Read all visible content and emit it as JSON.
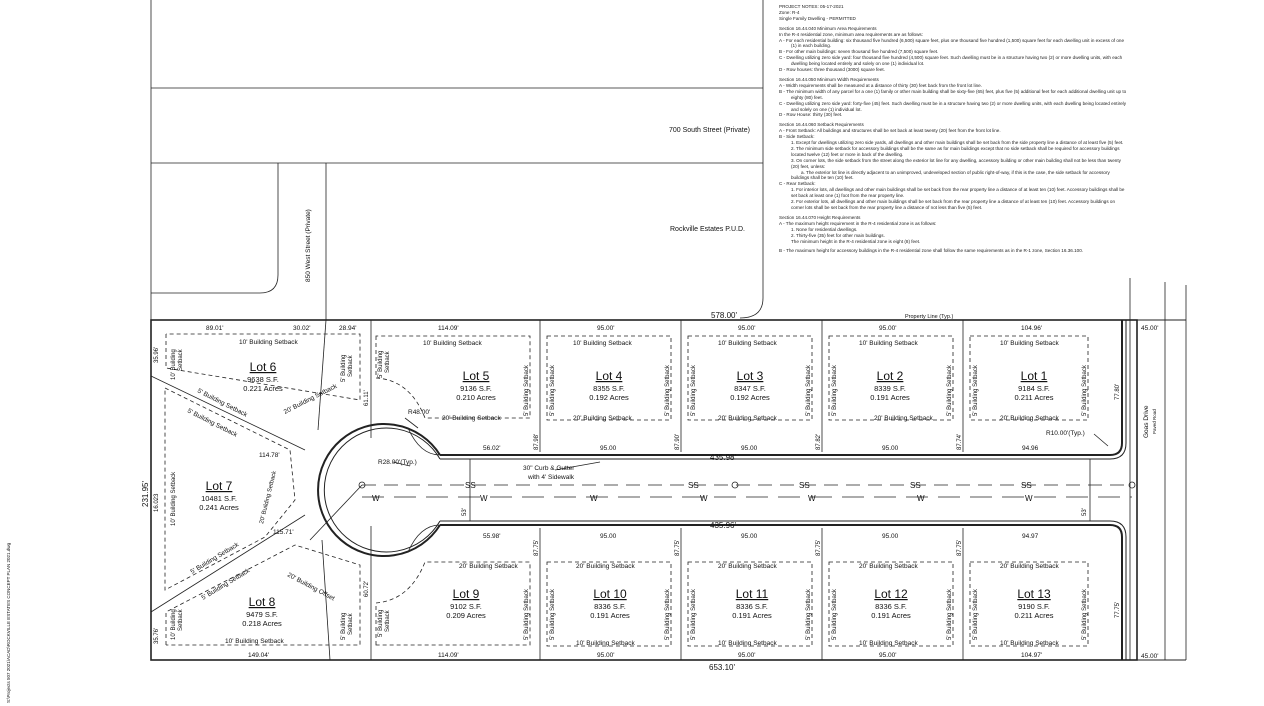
{
  "notes": [
    "PROJECT NOTES: 05-17-2021",
    "Zone: R-4",
    "Single Family Dwelling - PERMITTED",
    "",
    "Section 16.44.040 Minimum Area Requirements",
    "In the R-4 residential zone, minimum area requirements are as follows:",
    "A - For each residential building: six thousand five hundred (6,500) square feet, plus one thousand five hundred (1,500) square feet for each dwelling unit in excess of one",
    "(1) in each building.",
    "B - For other main buildings: seven thousand five hundred (7,500) square feet.",
    "C - Dwelling utilizing zero side yard: four thousand five hundred (4,500) square feet. Such dwelling must be in a structure having two (2) or more dwelling units, with each",
    "dwelling being located entirely and solely on one (1) individual lot.",
    "D - Row houses: three thousand (3000) square feet.",
    "",
    "Section 16.44.050 Minimum Width Requirements",
    "A - Width requirements shall be measured at a distance of thirty (30) feet back from the front lot line.",
    "B - The minimum width of any parcel for a one (1) family or other main building shall be sixty-five (65) feet, plus five (5) additional feet for each additional dwelling unit up to",
    "eighty (80) feet.",
    "C - Dwelling utilizing zero side yard: forty-five (45) feet. Such dwelling must be in a structure having two (2) or more dwelling units, with each dwelling being located entirely",
    "and solely on one (1) individual lot.",
    "D - Row House: thirty (30) feet.",
    "",
    "Section 16.44.060 Setback Requirements",
    "A - Front Setback: All buildings and structures shall be set back at least twenty (20) feet from the front lot line.",
    "B - Side Setback:",
    "1. Except for dwellings utilizing zero side yards, all dwellings and other main buildings shall be set back from the side property line a distance of at least five (5) feet.",
    "2. The minimum side setback for accessory buildings shall be the same as for main buildings except that no side setback shall be required for accessory buildings",
    "located twelve (12) feet or more in back of the dwelling.",
    "3. On corner lots, the side setback from the street along the exterior lot line for any dwelling, accessory building or other main building shall not be less than twenty",
    "(20) feet, unless:",
    "a. The exterior lot line is directly adjacent to an unimproved, undeveloped section of public right-of-way, if this is the case, the side setback for accessory",
    "buildings shall be ten (10) feet.",
    "C - Rear Setback:",
    "1. For interior lots, all dwellings and other main buildings shall be set back from the rear property line a distance of at least ten (10) feet. Accessory buildings shall be",
    "set back at least one (1) foot from the rear property line.",
    "2. For exterior lots, all dwellings and other main buildings shall be set back from the rear property line a distance of at least ten (10) feet. Accessory buildings on",
    "corner lots shall be set back from the rear property line a distance of not less than five (5) feet.",
    "",
    "Section 16.44.070 Height Requirements",
    "A - The maximum height requirement in the R-4 residential zone is as follows:",
    "1. None for residential dwellings.",
    "2. Thirty-five (35) feet for other main buildings.",
    "The minimum height in the R-4 residential zone is eight (8) feet.",
    "",
    "B - The maximum height for accessory buildings in the R-4 residential zone shall follow the same requirements as in the R-1 zone, Section 16.36.100."
  ],
  "streets": {
    "south": "700 South Street (Private)",
    "west": "850 West Street (Private)",
    "rockville": "Rockville Estates P.U.D.",
    "goas_drive": "Goas Drive",
    "paved_road": "Paved Road"
  },
  "dimensions": {
    "top_total": "578.00'",
    "bottom_total": "653.10'",
    "left_total": "231.95'",
    "property_line": "Property Line (Typ.)",
    "curb": "30\" Curb & Gutter",
    "sidewalk": "with 4' Sidewalk",
    "r48": "R48.00'",
    "r28": "R28.00'(Typ.)",
    "r10": "R10.00'(Typ.)",
    "road_top": "435.98'",
    "road_bottom": "435.96'",
    "right_top": "45.00'",
    "right_bottom": "45.00'",
    "top_89": "89.01'",
    "top_30": "30.02'",
    "top_28": "28.94'",
    "bot_149": "149.04'",
    "left_35_96": "35.96'",
    "left_16_023": "16.023",
    "left_35_76": "35.76'",
    "lot6_side": "61.11'",
    "lot6_diag": "114.78'",
    "lot8_diag": "115.71'",
    "lot8_side": "60.72'",
    "lot5_front": "56.02'",
    "lot9_front": "55.98'",
    "width_53_top": "53'",
    "width_53_right": "53'",
    "d_87_98": "87.98'",
    "d_87_90": "87.90'",
    "d_87_82": "87.82'",
    "d_87_74": "87.74'",
    "d_77_80": "77.80'",
    "d_87_75": "87.75'",
    "d_77_75": "77.75'",
    "front_95": "95.00",
    "front_94_96": "94.96",
    "front_94_97": "94.97",
    "top_114_09": "114.09'",
    "top_95": "95.00'",
    "top_104_96": "104.96'",
    "bot_104_97": "104.97'"
  },
  "setbacks": {
    "front20": "20' Building Setback",
    "rear10": "10' Building Setback",
    "side5": "5' Building Setback",
    "side10": "10' Building Setback",
    "side5_a": "5' Building",
    "side_b": "Setback",
    "side10_a": "10' Building",
    "offset20": "20' Building Offset"
  },
  "utilities": {
    "ss": "SS",
    "w": "W"
  },
  "lots": [
    {
      "id": "lot-1",
      "name": "Lot 1",
      "sf": "9184 S.F.",
      "acres": "0.211 Acres"
    },
    {
      "id": "lot-2",
      "name": "Lot 2",
      "sf": "8339 S.F.",
      "acres": "0.191 Acres"
    },
    {
      "id": "lot-3",
      "name": "Lot 3",
      "sf": "8347 S.F.",
      "acres": "0.192 Acres"
    },
    {
      "id": "lot-4",
      "name": "Lot 4",
      "sf": "8355 S.F.",
      "acres": "0.192 Acres"
    },
    {
      "id": "lot-5",
      "name": "Lot 5",
      "sf": "9136 S.F.",
      "acres": "0.210 Acres"
    },
    {
      "id": "lot-6",
      "name": "Lot 6",
      "sf": "9638 S.F.",
      "acres": "0.221 Acres"
    },
    {
      "id": "lot-7",
      "name": "Lot 7",
      "sf": "10481 S.F.",
      "acres": "0.241 Acres"
    },
    {
      "id": "lot-8",
      "name": "Lot 8",
      "sf": "9479 S.F.",
      "acres": "0.218 Acres"
    },
    {
      "id": "lot-9",
      "name": "Lot 9",
      "sf": "9102 S.F.",
      "acres": "0.209 Acres"
    },
    {
      "id": "lot-10",
      "name": "Lot 10",
      "sf": "8336 S.F.",
      "acres": "0.191 Acres"
    },
    {
      "id": "lot-11",
      "name": "Lot 11",
      "sf": "8336 S.F.",
      "acres": "0.191 Acres"
    },
    {
      "id": "lot-12",
      "name": "Lot 12",
      "sf": "8336 S.F.",
      "acres": "0.191 Acres"
    },
    {
      "id": "lot-13",
      "name": "Lot 13",
      "sf": "9190 S.F.",
      "acres": "0.211 Acres"
    }
  ],
  "file_path": "S:\\Projects 507 2021\\ACAD\\ROCKVILLE ESTATES CONCEPT PLAN 2021.dwg"
}
